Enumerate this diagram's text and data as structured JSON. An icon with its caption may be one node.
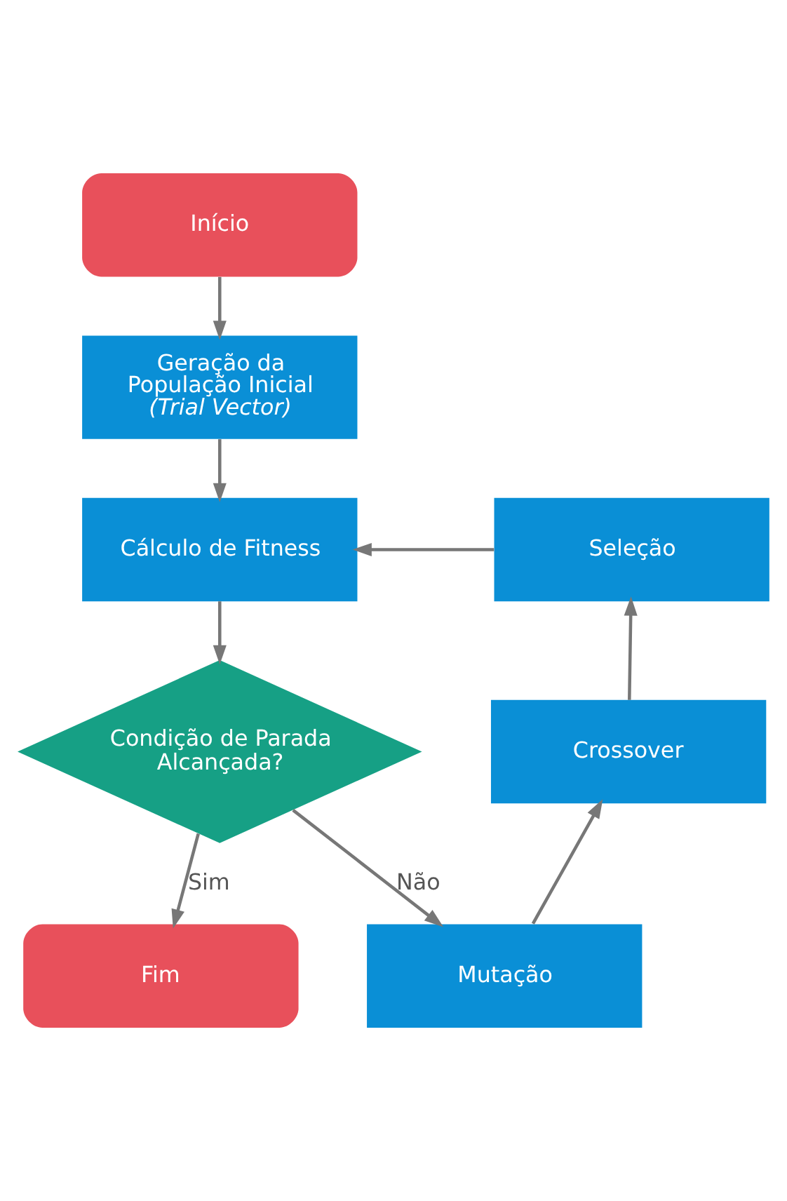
{
  "diagram": {
    "nodes": [
      {
        "text": [
          "Início"
        ]
      },
      {
        "text": [
          "Geração da População Inicial *(Trial Vector)*"
        ]
      },
      {
        "text": [
          "Cálculo de Fitness"
        ]
      },
      {
        "text": [
          "Condição de Parada Alcançada?"
        ]
      },
      {
        "text": [
          "Fim"
        ]
      },
      {
        "text": [
          "Mutação"
        ]
      },
      {
        "text": [
          "Crossover"
        ]
      },
      {
        "text": [
          "Seleção"
        ]
      }
    ],
    "edges": [
      {
        "from": 0,
        "to": 1,
        "arrow": "to"
      },
      {
        "from": 1,
        "to": 2,
        "arrow": "to"
      },
      {
        "from": 2,
        "to": 3,
        "arrow": "to"
      },
      {
        "from": 3,
        "to": 4,
        "arrow": "to",
        "label": "Sim"
      },
      {
        "from": 3,
        "to": 5,
        "arrow": "to",
        "label": "Não"
      },
      {
        "from": 5,
        "to": 6,
        "arrow": "to"
      },
      {
        "from": 6,
        "to": 7,
        "arrow": "to"
      },
      {
        "from": 7,
        "to": 2,
        "arrow": "to"
      }
    ]
  }
}
